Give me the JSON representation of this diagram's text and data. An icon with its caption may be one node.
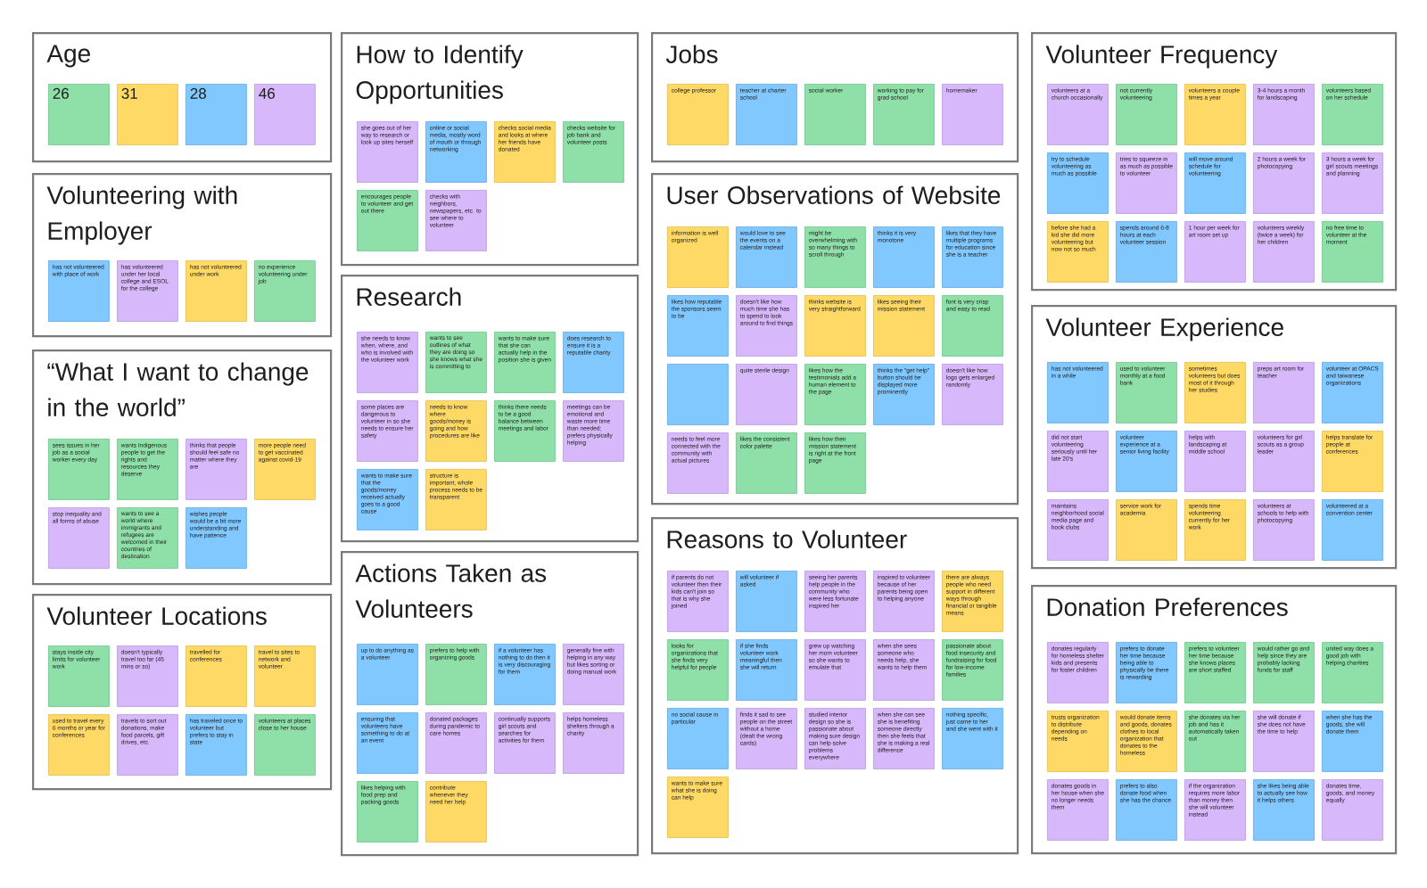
{
  "diagram": {
    "nodes": [
      {
        "text": [
          "Age"
        ]
      },
      {
        "text": [
          "26"
        ],
        "in": 0
      },
      {
        "text": [
          "31"
        ],
        "in": 0
      },
      {
        "text": [
          "28"
        ],
        "in": 0
      },
      {
        "text": [
          "46"
        ],
        "in": 0
      },
      {
        "text": [
          "Volunteering with Employer"
        ]
      },
      {
        "text": [
          "has not volunteered with place of work"
        ],
        "in": 5
      },
      {
        "text": [
          "has volunteered under her local college and ESOL for the college"
        ],
        "in": 5
      },
      {
        "text": [
          "has not volunteered under work"
        ],
        "in": 5
      },
      {
        "text": [
          "no experience volunteering under job"
        ],
        "in": 5
      },
      {
        "text": [
          "“What I want to change in the world”"
        ]
      },
      {
        "text": [
          "sees issues in her job as a social worker every day"
        ],
        "in": 10
      },
      {
        "text": [
          "wants Indigenous people to get the rights and resources they deserve"
        ],
        "in": 10
      },
      {
        "text": [
          "thinks that people should feel safe no matter where they are"
        ],
        "in": 10
      },
      {
        "text": [
          "more people need to get vaccinated against covid-19"
        ],
        "in": 10
      },
      {
        "text": [
          "stop inequality and all forms of abuse"
        ],
        "in": 10
      },
      {
        "text": [
          "wants to see a world where immigrants and refugees are welcomed in their countries of destination"
        ],
        "in": 10
      },
      {
        "text": [
          "wishes people would be a bit more understanding and have patience"
        ],
        "in": 10
      },
      {
        "text": [
          "Volunteer Locations"
        ]
      },
      {
        "text": [
          "stays inside city limits for volunteer work"
        ],
        "in": 18
      },
      {
        "text": [
          "doesn't typically travel too far (45 mins or so)"
        ],
        "in": 18
      },
      {
        "text": [
          "travelled for conferences"
        ],
        "in": 18
      },
      {
        "text": [
          "travel to sites to network and volunteer"
        ],
        "in": 18
      },
      {
        "text": [
          "used to travel every 6 months or year for conferences"
        ],
        "in": 18
      },
      {
        "text": [
          "travels to sort out donations, make food parcels, gift drives, etc."
        ],
        "in": 18
      },
      {
        "text": [
          "has traveled once to volunteer but prefers to stay in state"
        ],
        "in": 18
      },
      {
        "text": [
          "volunteers at places close to her house"
        ],
        "in": 18
      },
      {
        "text": [
          "How to Identify Opportunities"
        ]
      },
      {
        "text": [
          "she goes out of her way to research or look up sites herself"
        ],
        "in": 27
      },
      {
        "text": [
          "online or social media, mostly word of mouth or through networking"
        ],
        "in": 27
      },
      {
        "text": [
          "checks social media and looks at where her friends have donated"
        ],
        "in": 27
      },
      {
        "text": [
          "checks website for job bank and volunteer posts"
        ],
        "in": 27
      },
      {
        "text": [
          "encourages people to volunteer and get out there"
        ],
        "in": 27
      },
      {
        "text": [
          "checks with neighbors, newspapers, etc. to see where to volunteer"
        ],
        "in": 27
      },
      {
        "text": [
          "Research"
        ]
      },
      {
        "text": [
          "she needs to know when, where, and who is involved with the volunteer work"
        ],
        "in": 34
      },
      {
        "text": [
          "wants to see outlines of what they are doing so she knows what she is committing to"
        ],
        "in": 34
      },
      {
        "text": [
          "wants to make sure that she can actually help in the position she is given"
        ],
        "in": 34
      },
      {
        "text": [
          "does research to ensure it is a reputable charity"
        ],
        "in": 34
      },
      {
        "text": [
          "some places are dangerous to volunteer in so she needs to ensure her safety"
        ],
        "in": 34
      },
      {
        "text": [
          "needs to know where goods/money is going and how procedures are like"
        ],
        "in": 34
      },
      {
        "text": [
          "thinks there needs to be a good balance between meetings and labor"
        ],
        "in": 34
      },
      {
        "text": [
          "meetings can be emotional and waste more time than needed; prefers physically helping"
        ],
        "in": 34
      },
      {
        "text": [
          "wants to make sure that the goods/money received actually goes to a good cause"
        ],
        "in": 34
      },
      {
        "text": [
          "structure is important, whole process needs to be transparent"
        ],
        "in": 34
      },
      {
        "text": [
          "Actions Taken as Volunteers"
        ]
      },
      {
        "text": [
          "up to do anything as a volunteer"
        ],
        "in": 45
      },
      {
        "text": [
          "prefers to help with organizing goods"
        ],
        "in": 45
      },
      {
        "text": [
          "if a volunteer has nothing to do then it is very discouraging for them"
        ],
        "in": 45
      },
      {
        "text": [
          "generally fine with helping in any way but likes sorting or doing manual work"
        ],
        "in": 45
      },
      {
        "text": [
          "ensuring that volunteers have something to do at an event"
        ],
        "in": 45
      },
      {
        "text": [
          "donated packages during pandemic to care homes"
        ],
        "in": 45
      },
      {
        "text": [
          "continually supports girl scouts and searches for activities for them"
        ],
        "in": 45
      },
      {
        "text": [
          "helps homeless shelters through a charity"
        ],
        "in": 45
      },
      {
        "text": [
          "likes helping with food prep and packing goods"
        ],
        "in": 45
      },
      {
        "text": [
          "contribute whenever they need her help"
        ],
        "in": 45
      },
      {
        "text": [
          "Jobs"
        ]
      },
      {
        "text": [
          "college professor"
        ],
        "in": 56
      },
      {
        "text": [
          "teacher at charter school"
        ],
        "in": 56
      },
      {
        "text": [
          "social worker"
        ],
        "in": 56
      },
      {
        "text": [
          "working to pay for grad school"
        ],
        "in": 56
      },
      {
        "text": [
          "homemaker"
        ],
        "in": 56
      },
      {
        "text": [
          "User Observations of Website"
        ]
      },
      {
        "text": [
          "information is well organized"
        ],
        "in": 62
      },
      {
        "text": [
          "would love to see the events on a calendar instead"
        ],
        "in": 62
      },
      {
        "text": [
          "might be overwhelming with so many things to scroll through"
        ],
        "in": 62
      },
      {
        "text": [
          "thinks it is very monotone"
        ],
        "in": 62
      },
      {
        "text": [
          "likes that they have multiple programs for education since she is a teacher"
        ],
        "in": 62
      },
      {
        "text": [
          "likes how reputable the sponsors seem to be"
        ],
        "in": 62
      },
      {
        "text": [
          "doesn't like how much time she has to spend to look around to find things"
        ],
        "in": 62
      },
      {
        "text": [
          "thinks website is very straightforward"
        ],
        "in": 62
      },
      {
        "text": [
          "likes seeing their mission statement"
        ],
        "in": 62
      },
      {
        "text": [
          "font is very crisp and easy to read"
        ],
        "in": 62
      },
      {
        "text": [],
        "shape": "box",
        "in": 62
      },
      {
        "text": [
          "quite sterile design"
        ],
        "in": 62
      },
      {
        "text": [
          "likes how the testimonials add a human element to the page"
        ],
        "in": 62
      },
      {
        "text": [
          "thinks the \"get help\" button should be displayed more prominently"
        ],
        "in": 62
      },
      {
        "text": [
          "doesn't like how logo gets enlarged randomly"
        ],
        "in": 62
      },
      {
        "text": [
          "needs to feel more connected with the community with actual pictures"
        ],
        "in": 62
      },
      {
        "text": [
          "likes the consistent color palette"
        ],
        "in": 62
      },
      {
        "text": [
          "likes how their mission statement is right at the front page"
        ],
        "in": 62
      },
      {
        "text": [
          "Reasons to Volunteer"
        ]
      },
      {
        "text": [
          "if parents do not volunteer then their kids can't join so that is why she joined"
        ],
        "in": 81
      },
      {
        "text": [
          "will volunteer if asked"
        ],
        "in": 81
      },
      {
        "text": [
          "seeing her parents help people in the community who were less fortunate inspired her"
        ],
        "in": 81
      },
      {
        "text": [
          "inspired to volunteer because of her parents being open to helping anyone"
        ],
        "in": 81
      },
      {
        "text": [
          "there are always people who need support in different ways through financial or tangible means"
        ],
        "in": 81
      },
      {
        "text": [
          "looks for organizations that she finds very helpful for people"
        ],
        "in": 81
      },
      {
        "text": [
          "if she finds volunteer work meaningful then she will return"
        ],
        "in": 81
      },
      {
        "text": [
          "grew up watching her mom volunteer so she wants to emulate that"
        ],
        "in": 81
      },
      {
        "text": [
          "when she sees someone who needs help, she wants to help them"
        ],
        "in": 81
      },
      {
        "text": [
          "passionate about food insecurity and fundraising for food for low-income families"
        ],
        "in": 81
      },
      {
        "text": [
          "no social cause in particular"
        ],
        "in": 81
      },
      {
        "text": [
          "finds it sad to see people on the street without a home (dealt the wrong cards)"
        ],
        "in": 81
      },
      {
        "text": [
          "studied interior design so she is passionate about making sure design can help solve problems everywhere"
        ],
        "in": 81
      },
      {
        "text": [
          "when she can see she is benefiting someone directly then she feels that she is making a real difference"
        ],
        "in": 81
      },
      {
        "text": [
          "nothing specific, just came to her and she went with it"
        ],
        "in": 81
      },
      {
        "text": [
          "wants to make sure what she is doing can help"
        ],
        "in": 81
      },
      {
        "text": [
          "Volunteer Frequency"
        ]
      },
      {
        "text": [
          "volunteers at a church occasionally"
        ],
        "in": 98
      },
      {
        "text": [
          "not currently volunteering"
        ],
        "in": 98
      },
      {
        "text": [
          "volunteers a couple times a year"
        ],
        "in": 98
      },
      {
        "text": [
          "3-4 hours a month for landscaping"
        ],
        "in": 98
      },
      {
        "text": [
          "volunteers based on her schedule"
        ],
        "in": 98
      },
      {
        "text": [
          "try to schedule volunteering as much as possible"
        ],
        "in": 98
      },
      {
        "text": [
          "tries to squeeze in as much as possible to volunteer"
        ],
        "in": 98
      },
      {
        "text": [
          "will move around schedule for volunteering"
        ],
        "in": 98
      },
      {
        "text": [
          "2 hours a week for photocopying"
        ],
        "in": 98
      },
      {
        "text": [
          "3 hours a week for girl scouts meetings and planning"
        ],
        "in": 98
      },
      {
        "text": [
          "before she had a kid she did more volunteering but now not so much"
        ],
        "in": 98
      },
      {
        "text": [
          "spends around 6-8 hours at each volunteer session"
        ],
        "in": 98
      },
      {
        "text": [
          "1 hour per week for art room set up"
        ],
        "in": 98
      },
      {
        "text": [
          "volunteers weekly (twice a week) for her children"
        ],
        "in": 98
      },
      {
        "text": [
          "no free time to volunteer at the moment"
        ],
        "in": 98
      },
      {
        "text": [
          "Volunteer Experience"
        ]
      },
      {
        "text": [
          "has not volunteered in a while"
        ],
        "in": 114
      },
      {
        "text": [
          "used to volunteer monthly at a food bank"
        ],
        "in": 114
      },
      {
        "text": [
          "sometimes volunteers but does most of it through her studies"
        ],
        "in": 114
      },
      {
        "text": [
          "preps art room for teacher"
        ],
        "in": 114
      },
      {
        "text": [
          "volunteer at OPACS and taiwanese organizations"
        ],
        "in": 114
      },
      {
        "text": [
          "did not start volunteering seriously until her late 20's"
        ],
        "in": 114
      },
      {
        "text": [
          "volunteer experience at a senior living facility"
        ],
        "in": 114
      },
      {
        "text": [
          "helps with landscaping at middle school"
        ],
        "in": 114
      },
      {
        "text": [
          "volunteers for girl scouts as a group leader"
        ],
        "in": 114
      },
      {
        "text": [
          "helps translate for people at conferences"
        ],
        "in": 114
      },
      {
        "text": [
          "maintains neighborhood social media page and book clubs"
        ],
        "in": 114
      },
      {
        "text": [
          "service work for academia"
        ],
        "in": 114
      },
      {
        "text": [
          "spends time volunteering currently for her work"
        ],
        "in": 114
      },
      {
        "text": [
          "volunteers at schools to help with photocopying"
        ],
        "in": 114
      },
      {
        "text": [
          "volunteered at a convention center"
        ],
        "in": 114
      },
      {
        "text": [
          "Donation Preferences"
        ]
      },
      {
        "text": [
          "donates regularly for homeless shelter kids and presents for foster children"
        ],
        "in": 130
      },
      {
        "text": [
          "prefers to donate her time because being able to physically be there is rewarding"
        ],
        "in": 130
      },
      {
        "text": [
          "prefers to volunteer her time because she knows places are short staffed"
        ],
        "in": 130
      },
      {
        "text": [
          "would rather go and help since they are probably lacking funds for staff"
        ],
        "in": 130
      },
      {
        "text": [
          "united way does a good job with helping charities"
        ],
        "in": 130
      },
      {
        "text": [
          "trusts organization to distribute depending on needs"
        ],
        "in": 130
      },
      {
        "text": [
          "would donate items and goods, donates clothes to local organization that donates to the homeless"
        ],
        "in": 130
      },
      {
        "text": [
          "she donates via her job and has it automatically taken out"
        ],
        "in": 130
      },
      {
        "text": [
          "she will donate if she does not have the time to help"
        ],
        "in": 130
      },
      {
        "text": [
          "when she has the goods, she will donate them"
        ],
        "in": 130
      },
      {
        "text": [
          "donates goods in her house when she no longer needs them"
        ],
        "in": 130
      },
      {
        "text": [
          "prefers to also donate food when she has the chance"
        ],
        "in": 130
      },
      {
        "text": [
          "if the organization requires more labor than money then she will volunteer instead"
        ],
        "in": 130
      },
      {
        "text": [
          "she likes being able to actually see how it helps others"
        ],
        "in": 130
      },
      {
        "text": [
          "donates time, goods, and money equally"
        ],
        "in": 130
      }
    ]
  }
}
